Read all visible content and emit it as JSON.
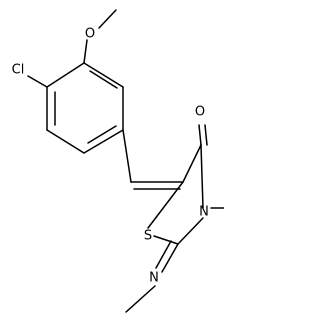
{
  "molecule": {
    "atoms": {
      "oxygen_methoxy": "O",
      "chlorine": "Cl",
      "oxygen_carbonyl": "O",
      "nitrogen_ring": "N",
      "sulfur_ring": "S",
      "nitrogen_imine": "N"
    },
    "colors": {
      "bond": "#000000",
      "label": "#000000",
      "background": "#ffffff"
    }
  }
}
